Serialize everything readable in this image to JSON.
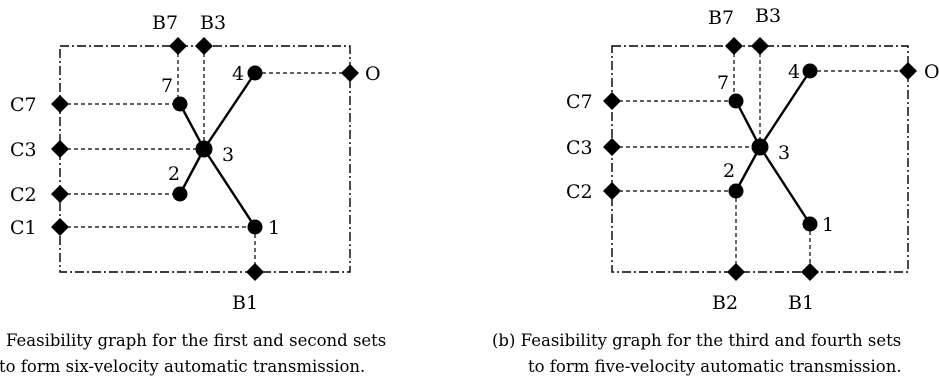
{
  "diagrams": [
    {
      "id": "a",
      "labels": {
        "B7": "B7",
        "B3": "B3",
        "O": "O",
        "C7": "C7",
        "C3": "C3",
        "C2": "C2",
        "C1": "C1",
        "n7": "7",
        "n4": "4",
        "n3": "3",
        "n2": "2",
        "n1": "1",
        "B1": "B1"
      },
      "caption": [
        "(a)  Feasibility graph for the first and second sets",
        "to form six-velocity automatic transmission."
      ]
    },
    {
      "id": "b",
      "labels": {
        "B7": "B7",
        "B3": "B3",
        "O": "O",
        "C7": "C7",
        "C3": "C3",
        "C2": "C2",
        "n7": "7",
        "n4": "4",
        "n3": "3",
        "n2": "2",
        "n1": "1",
        "B2": "B2",
        "B1": "B1"
      },
      "caption": [
        "(b)  Feasibility graph for the third and fourth sets",
        "to form five-velocity automatic transmission."
      ]
    }
  ]
}
